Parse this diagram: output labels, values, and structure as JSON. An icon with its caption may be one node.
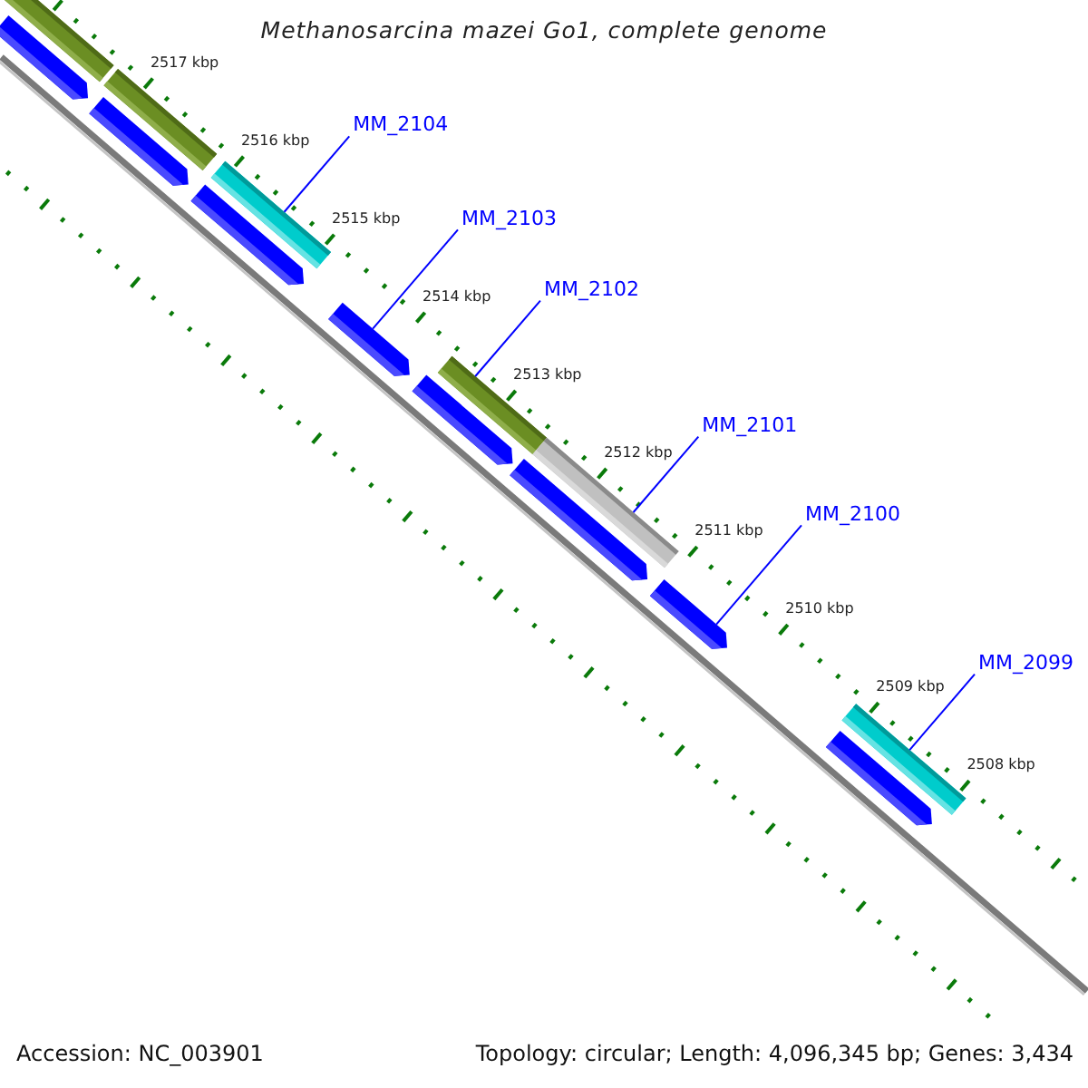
{
  "diagram": {
    "title": "Methanosarcina mazei Go1, complete genome",
    "nodes": [
      {
        "text": [
          "MM_2104"
        ]
      },
      {
        "text": [
          "MM_2103"
        ]
      },
      {
        "text": [
          "MM_2102"
        ]
      },
      {
        "text": [
          "MM_2101"
        ]
      },
      {
        "text": [
          "MM_2100"
        ]
      },
      {
        "text": [
          "MM_2099"
        ]
      },
      {
        "text": [],
        "shape": "bar"
      },
      {
        "text": [],
        "shape": "bar"
      },
      {
        "text": [],
        "shape": "bar"
      },
      {
        "text": [],
        "shape": "bar"
      },
      {
        "text": [],
        "shape": "bar"
      },
      {
        "text": [],
        "shape": "bar"
      },
      {
        "text": [],
        "shape": "bar"
      },
      {
        "text": [],
        "shape": "bar"
      },
      {
        "text": [],
        "shape": "bar"
      },
      {
        "text": [],
        "shape": "bar"
      },
      {
        "text": [],
        "shape": "bar"
      },
      {
        "text": [],
        "shape": "bar"
      },
      {
        "text": [],
        "shape": "bar"
      },
      {
        "text": [],
        "shape": "bar"
      }
    ],
    "edges": [
      {
        "from": 0,
        "to": 10,
        "arrow": "none"
      },
      {
        "from": 1,
        "to": 12,
        "arrow": "none"
      },
      {
        "from": 2,
        "to": 13,
        "arrow": "none"
      },
      {
        "from": 3,
        "to": 15,
        "arrow": "none"
      },
      {
        "from": 4,
        "to": 17,
        "arrow": "none"
      },
      {
        "from": 5,
        "to": 18,
        "arrow": "none"
      }
    ],
    "labels": [
      "2517 kbp",
      "2516 kbp",
      "2515 kbp",
      "2514 kbp",
      "2513 kbp",
      "2512 kbp",
      "2511 kbp",
      "2510 kbp",
      "2509 kbp",
      "2508 kbp",
      "Accession: NC_003901",
      "Topology: circular; Length: 4,096,345 bp; Genes: 3,434"
    ]
  }
}
